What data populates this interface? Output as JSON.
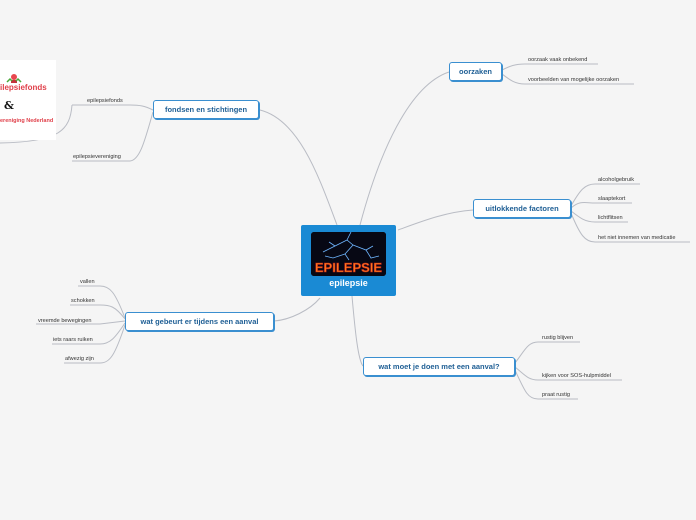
{
  "center": {
    "label": "epilepsie",
    "image_text": "EPILEPSIE"
  },
  "topics": {
    "oorzaken": {
      "label": "oorzaken",
      "items": [
        "oorzaak vaak onbekend",
        "voorbeelden van mogelijke oorzaken"
      ]
    },
    "uitlokkende": {
      "label": "uitlokkende factoren",
      "items": [
        "alcoholgebruik",
        "slaaptekort",
        "lichtflitsen",
        "het niet innemen van medicatie"
      ]
    },
    "watmoet": {
      "label": "wat moet je doen met een aanval?",
      "items": [
        "rustig blijven",
        "kijken voor SOS-hulpmiddel",
        "praat rustig"
      ]
    },
    "fondsen": {
      "label": "fondsen en stichtingen",
      "items": [
        "epilepsiefonds",
        "epilepsievereniging"
      ]
    },
    "gebeurt": {
      "label": "wat gebeurt er tijdens een aanval",
      "items": [
        "vallen",
        "schokken",
        "vreemde bewegingen",
        "iets raars ruiken",
        "afwezig zijn"
      ]
    }
  },
  "logo": {
    "text_top": "ilepsiefonds",
    "ampersand": "&",
    "text_bottom": "ereniging Nederland"
  },
  "colors": {
    "accent": "#1a8ad4",
    "line": "#b9bcc4",
    "topic_text": "#1f5f95"
  }
}
